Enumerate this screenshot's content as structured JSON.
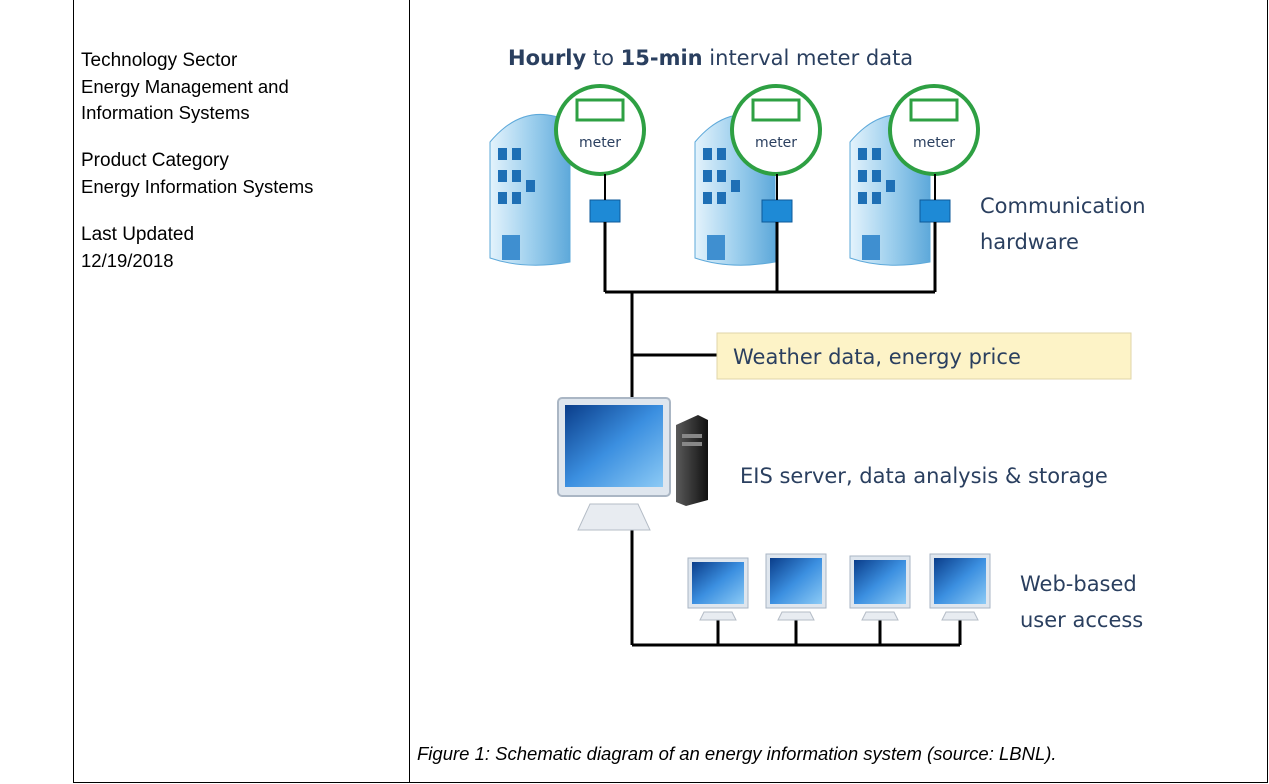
{
  "sidebar": {
    "tech_sector_label": "Technology Sector",
    "tech_sector_value_line1": "Energy Management and",
    "tech_sector_value_line2": "Information Systems",
    "product_category_label": "Product Category",
    "product_category_value": "Energy Information Systems",
    "last_updated_label": "Last Updated",
    "last_updated_value": "12/19/2018"
  },
  "figure": {
    "title_bold1": "Hourly",
    "title_mid": " to ",
    "title_bold2": "15-min",
    "title_rest": " interval meter data",
    "meter_label": "meter",
    "comm_line1": "Communication",
    "comm_line2": "hardware",
    "weather_label": "Weather data, energy price",
    "server_label": "EIS server, data analysis & storage",
    "web_line1": "Web-based",
    "web_line2": "user access"
  },
  "caption": "Figure 1: Schematic diagram of an energy information system (source: LBNL).",
  "colors": {
    "meter_ring": "#2ea043",
    "building": "#9fd0ee",
    "comm_box": "#1e8ad6",
    "weather_box": "#fdf3c7",
    "text_blue": "#2a3f5f"
  }
}
